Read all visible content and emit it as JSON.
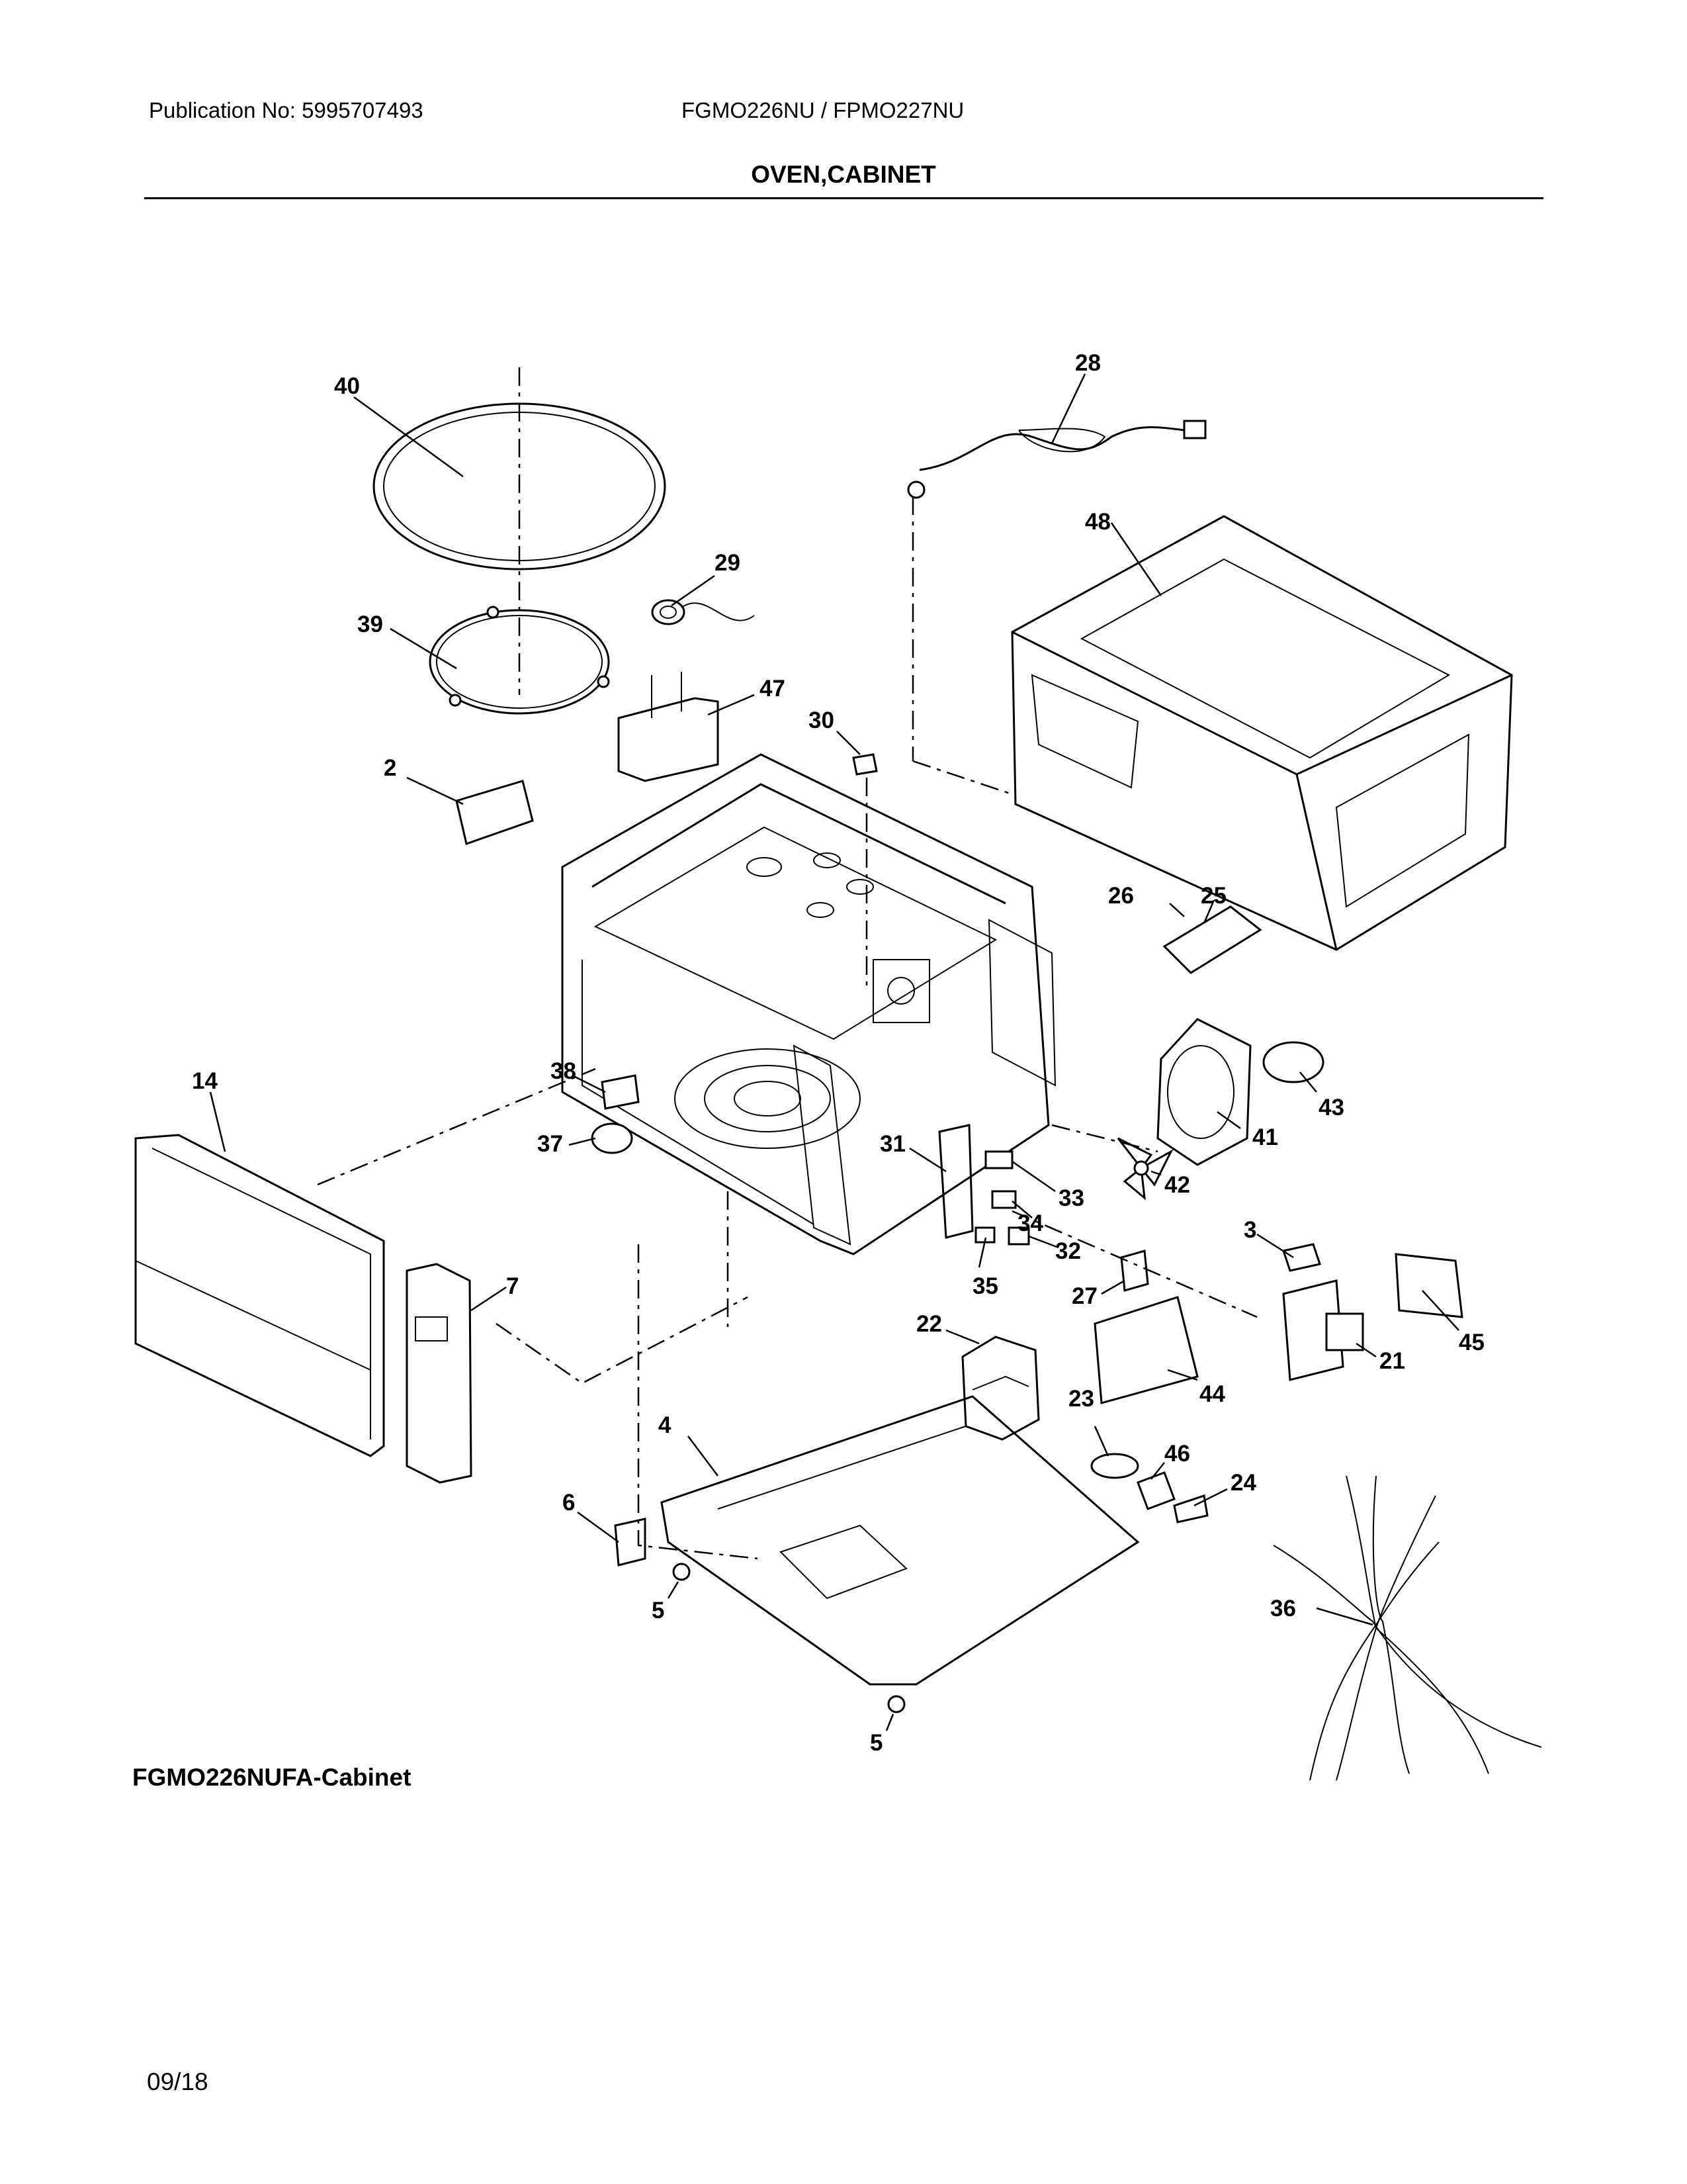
{
  "header": {
    "publication": "Publication No: 5995707493",
    "model": "FGMO226NU / FPMO227NU",
    "title": "OVEN,CABINET"
  },
  "caption": "FGMO226NUFA-Cabinet",
  "date": "09/18",
  "callouts": [
    "40",
    "28",
    "48",
    "29",
    "39",
    "47",
    "30",
    "2",
    "26",
    "25",
    "14",
    "38",
    "37",
    "31",
    "33",
    "41",
    "43",
    "42",
    "34",
    "32",
    "3",
    "7",
    "35",
    "27",
    "22",
    "45",
    "21",
    "44",
    "23",
    "46",
    "4",
    "24",
    "6",
    "5",
    "36",
    "5"
  ]
}
